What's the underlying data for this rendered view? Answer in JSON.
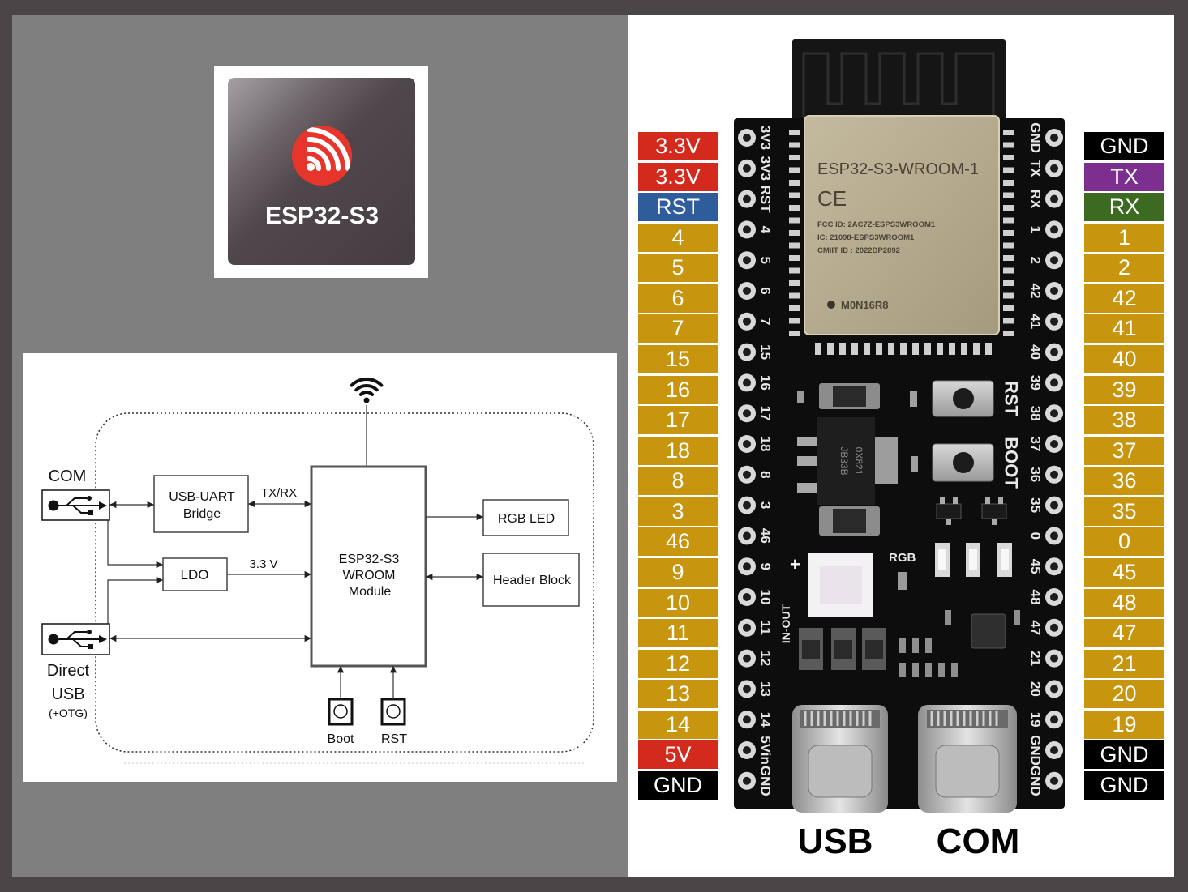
{
  "logo": {
    "chip_name": "ESP32-S3",
    "brand_color": "#e7352c"
  },
  "diagram": {
    "com_label": "COM",
    "usb_uart": [
      "USB-UART",
      "Bridge"
    ],
    "txrx_label": "TX/RX",
    "ldo_label": "LDO",
    "voltage_label": "3.3 V",
    "module_lines": [
      "ESP32-S3",
      "WROOM",
      "Module"
    ],
    "rgb_led_label": "RGB LED",
    "header_block_label": "Header Block",
    "direct_usb_lines": [
      "Direct",
      "USB",
      "(+OTG)"
    ],
    "boot_label": "Boot",
    "rst_label": "RST",
    "icons": [
      "wifi-icon",
      "usb-icon"
    ]
  },
  "board": {
    "module": {
      "name": "ESP32-S3-WROOM-1",
      "ce_mark": "CE",
      "fcc_id": "FCC ID: 2AC7Z-ESPS3WROOM1",
      "ic": "IC: 21098-ESPS3WROOM1",
      "cmiit_id": "CMIIT ID : 2022DP2892",
      "part": "M0N16R8"
    },
    "ldo_markings": [
      "JB33B",
      "0X821"
    ],
    "button_labels": {
      "rst": "RST",
      "boot": "BOOT"
    },
    "rgb_label": "RGB",
    "led_polarity": "+",
    "in_out_label": "IN-OUT",
    "left_silk": [
      "3V3",
      "3V3",
      "RST",
      "4",
      "5",
      "6",
      "7",
      "15",
      "16",
      "17",
      "18",
      "8",
      "3",
      "46",
      "9",
      "10",
      "11",
      "12",
      "13",
      "14",
      "5Vin",
      "GND"
    ],
    "right_silk": [
      "GND",
      "TX",
      "RX",
      "1",
      "2",
      "42",
      "41",
      "40",
      "39",
      "38",
      "37",
      "36",
      "35",
      "0",
      "45",
      "48",
      "47",
      "21",
      "20",
      "19",
      "GND",
      "GND"
    ],
    "port_labels": {
      "usb": "USB",
      "com": "COM"
    }
  },
  "pinout": {
    "colors": {
      "power": "#d42a1e",
      "reset": "#2f5d9b",
      "gpio": "#c8950f",
      "ground": "#000000",
      "tx": "#7c2f8f",
      "rx": "#3c6a20"
    },
    "left": [
      {
        "label": "3.3V",
        "kind": "power"
      },
      {
        "label": "3.3V",
        "kind": "power"
      },
      {
        "label": "RST",
        "kind": "reset"
      },
      {
        "label": "4",
        "kind": "gpio"
      },
      {
        "label": "5",
        "kind": "gpio"
      },
      {
        "label": "6",
        "kind": "gpio"
      },
      {
        "label": "7",
        "kind": "gpio"
      },
      {
        "label": "15",
        "kind": "gpio"
      },
      {
        "label": "16",
        "kind": "gpio"
      },
      {
        "label": "17",
        "kind": "gpio"
      },
      {
        "label": "18",
        "kind": "gpio"
      },
      {
        "label": "8",
        "kind": "gpio"
      },
      {
        "label": "3",
        "kind": "gpio"
      },
      {
        "label": "46",
        "kind": "gpio"
      },
      {
        "label": "9",
        "kind": "gpio"
      },
      {
        "label": "10",
        "kind": "gpio"
      },
      {
        "label": "11",
        "kind": "gpio"
      },
      {
        "label": "12",
        "kind": "gpio"
      },
      {
        "label": "13",
        "kind": "gpio"
      },
      {
        "label": "14",
        "kind": "gpio"
      },
      {
        "label": "5V",
        "kind": "power"
      },
      {
        "label": "GND",
        "kind": "ground"
      }
    ],
    "right": [
      {
        "label": "GND",
        "kind": "ground"
      },
      {
        "label": "TX",
        "kind": "tx"
      },
      {
        "label": "RX",
        "kind": "rx"
      },
      {
        "label": "1",
        "kind": "gpio"
      },
      {
        "label": "2",
        "kind": "gpio"
      },
      {
        "label": "42",
        "kind": "gpio"
      },
      {
        "label": "41",
        "kind": "gpio"
      },
      {
        "label": "40",
        "kind": "gpio"
      },
      {
        "label": "39",
        "kind": "gpio"
      },
      {
        "label": "38",
        "kind": "gpio"
      },
      {
        "label": "37",
        "kind": "gpio"
      },
      {
        "label": "36",
        "kind": "gpio"
      },
      {
        "label": "35",
        "kind": "gpio"
      },
      {
        "label": "0",
        "kind": "gpio"
      },
      {
        "label": "45",
        "kind": "gpio"
      },
      {
        "label": "48",
        "kind": "gpio"
      },
      {
        "label": "47",
        "kind": "gpio"
      },
      {
        "label": "21",
        "kind": "gpio"
      },
      {
        "label": "20",
        "kind": "gpio"
      },
      {
        "label": "19",
        "kind": "gpio"
      },
      {
        "label": "GND",
        "kind": "ground"
      },
      {
        "label": "GND",
        "kind": "ground"
      }
    ]
  }
}
